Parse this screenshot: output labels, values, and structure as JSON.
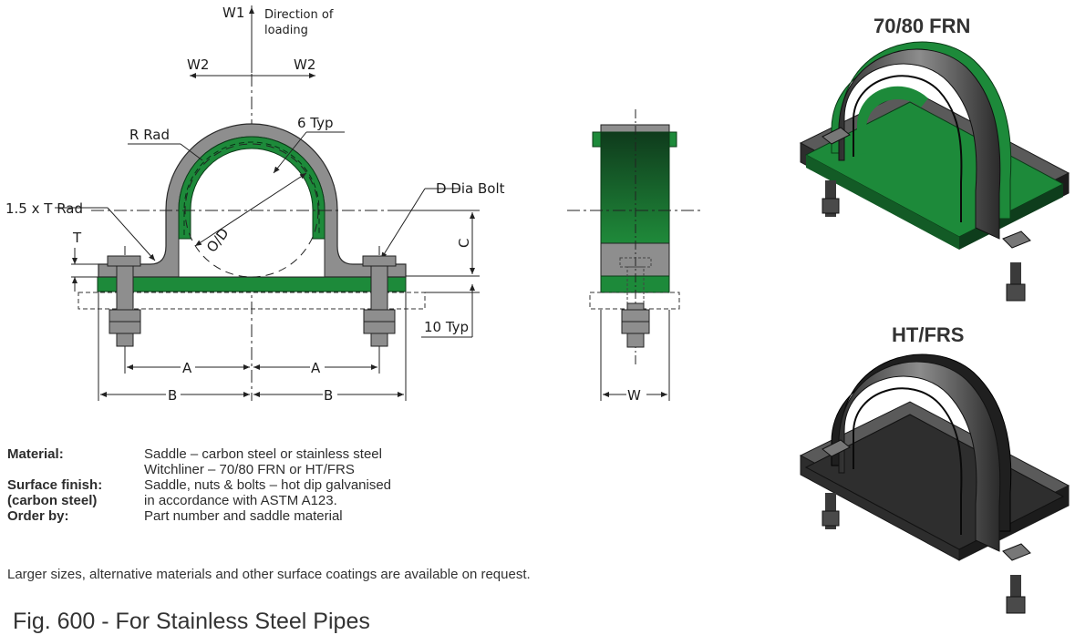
{
  "labels": {
    "w1": "W1",
    "direction": [
      "Direction of",
      "loading"
    ],
    "w2_left": "W2",
    "w2_right": "W2",
    "r_rad": "R Rad",
    "six_typ": "6 Typ",
    "t_rad": "1.5 x T Rad",
    "d_bolt": "D Dia Bolt",
    "t": "T",
    "c": "C",
    "od": "O/D",
    "ten_typ": "10 Typ",
    "a_left": "A",
    "a_right": "A",
    "b_left": "B",
    "b_right": "B",
    "w": "W"
  },
  "products": {
    "top_title": "70/80 FRN",
    "bottom_title": "HT/FRS"
  },
  "spec": [
    {
      "key": "Material:",
      "value": "Saddle – carbon steel or stainless steel"
    },
    {
      "key": "",
      "value": "Witchliner – 70/80 FRN or HT/FRS"
    },
    {
      "key": "Surface finish:",
      "value": "Saddle, nuts & bolts – hot dip galvanised"
    },
    {
      "key": "(carbon steel)",
      "value": "in accordance with ASTM A123."
    },
    {
      "key": "Order by:",
      "value": "Part number and saddle material"
    }
  ],
  "note": "Larger sizes, alternative materials and other surface coatings are available on request.",
  "figure_caption": "Fig. 600 - For Stainless Steel Pipes",
  "colors": {
    "liner_green": "#1c7a34",
    "steel_grey": "#8a8a8a",
    "dark_green": "#0e3d1c",
    "black_liner": "#2a2a2a"
  }
}
